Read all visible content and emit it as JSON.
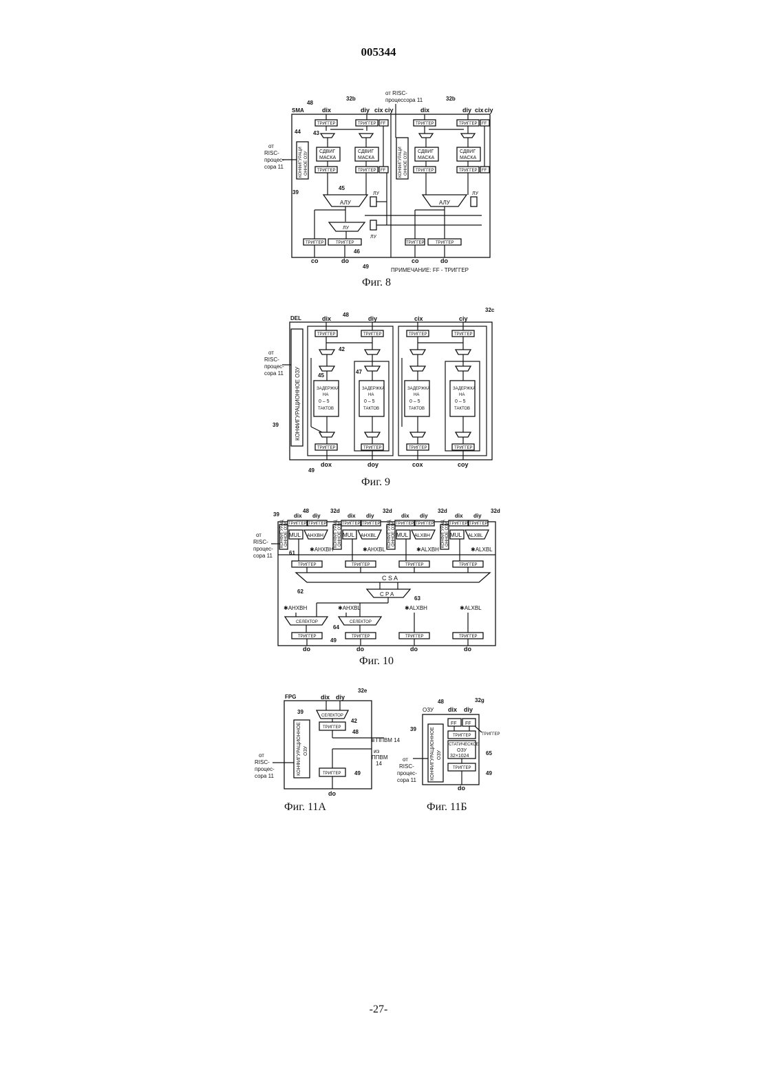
{
  "header": {
    "patent_number": "005344"
  },
  "footer": {
    "page": "-27-"
  },
  "common": {
    "trigger": "ТРИГГЕР",
    "from_risc": [
      "от",
      "RISC-",
      "процес-",
      "сора 11"
    ]
  },
  "fig8": {
    "caption": "Фиг. 8",
    "unit": "SMA",
    "ref_32b": "32b",
    "top_source": [
      "от RISC-",
      "процессора 11"
    ],
    "inputs": [
      "dix",
      "diy",
      "cix",
      "ciy"
    ],
    "shift_mask": [
      "СДВИГ",
      "МАСКА"
    ],
    "config_ozu": [
      "КОНФИГУРАЦИ",
      "ОННОЕ ОЗУ"
    ],
    "ff": "FF",
    "alu": "АЛУ",
    "lu": "ЛУ",
    "outputs": [
      "co",
      "do"
    ],
    "refs": {
      "r48": "48",
      "r44": "44",
      "r43": "43",
      "r45": "45",
      "r39": "39",
      "r46": "46",
      "r49": "49"
    },
    "note": "ПРИМЕЧАНИЕ:  FF - ТРИГГЕР"
  },
  "fig9": {
    "caption": "Фиг. 9",
    "unit": "DEL",
    "ref_32c": "32c",
    "inputs": [
      "dix",
      "diy",
      "cix",
      "ciy"
    ],
    "config_ozu": "КОНФИГУРАЦИОННОЕ ОЗУ",
    "delay": [
      "ЗАДЕРЖКА",
      "НА",
      "0 – 5",
      "ТАКТОВ"
    ],
    "outputs": [
      "dox",
      "doy",
      "cox",
      "coy"
    ],
    "refs": {
      "r48": "48",
      "r42": "42",
      "r45": "45",
      "r47": "47",
      "r39": "39",
      "r49": "49"
    }
  },
  "fig10": {
    "caption": "Фиг. 10",
    "ref_39": "39",
    "ref_48": "48",
    "ref_32d": "32d",
    "inputs": [
      "dix",
      "diy"
    ],
    "mul": "MUL",
    "units": [
      "AHXBH",
      "AHXBL",
      "ALXBH",
      "ALXBL"
    ],
    "star_units": [
      "✱AHXBH",
      "✱AHXBL",
      "✱ALXBH",
      "✱ALXBL"
    ],
    "config_ozu": [
      "КОНФИГУРАЦ",
      "ОННОЕ ОЗУ"
    ],
    "csa": "C S A",
    "cpa": "C P A",
    "selector": "СЕЛЕКТОР",
    "output": "do",
    "refs": {
      "r61": "61",
      "r62": "62",
      "r63": "63",
      "r64": "64",
      "r49": "49"
    }
  },
  "fig11a": {
    "caption": "Фиг. 11А",
    "unit": "FPG",
    "ref_32e": "32e",
    "inputs": [
      "dix",
      "diy"
    ],
    "selector": "СЕЛЕКТОР",
    "config_ozu": [
      "КОНФИГУРАЦИОННОЕ",
      "ОЗУ"
    ],
    "to_ppvm": "в ППВМ 14",
    "from_ppvm": [
      "из",
      "ППВМ",
      "14"
    ],
    "output": "do",
    "refs": {
      "r39": "39",
      "r42": "42",
      "r48": "48",
      "r49": "49"
    }
  },
  "fig11b": {
    "caption": "Фиг. 11Б",
    "unit": "ОЗУ",
    "ref_32g": "32g",
    "inputs": [
      "dix",
      "diy"
    ],
    "ff": "FF",
    "trigger_note": "ТРИГГЕР",
    "sram": [
      "СТАТИЧЕСКОЕ",
      "ОЗУ",
      "32×1024"
    ],
    "config_ozu": [
      "КОНФИГУРАЦИОННОЕ",
      "ОЗУ"
    ],
    "output": "do",
    "refs": {
      "r48": "48",
      "r39": "39",
      "r65": "65",
      "r49": "49"
    }
  }
}
